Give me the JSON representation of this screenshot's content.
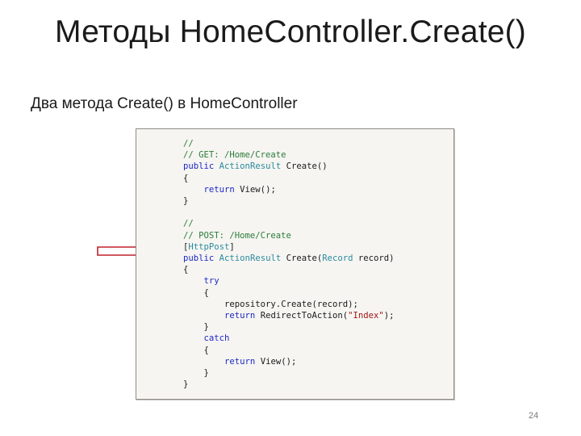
{
  "slide": {
    "title": "Методы HomeController.Create()",
    "subtitle": "Два метода Create() в HomeController",
    "page_number": "24"
  },
  "code": {
    "comment_get_1": "//",
    "comment_get_2": "// GET: /Home/Create",
    "kw_public_1": "public",
    "type_actionresult_1": "ActionResult",
    "create_sig_1": " Create()",
    "brace_open_1": "{",
    "kw_return_1": "return",
    "view_call_1": " View();",
    "brace_close_1": "}",
    "comment_post_1": "//",
    "comment_post_2": "// POST: /Home/Create",
    "attr_open": "[",
    "attr_httppost": "HttpPost",
    "attr_close": "]",
    "kw_public_2": "public",
    "type_actionresult_2": "ActionResult",
    "create_sig_2": " Create(",
    "type_record": "Record",
    "param_record": " record)",
    "brace_open_2": "{",
    "kw_try": "try",
    "brace_open_try": "{",
    "repo_call": "repository.Create(record);",
    "kw_return_2": "return",
    "redirect_call": " RedirectToAction(",
    "str_index": "\"Index\"",
    "redirect_end": ");",
    "brace_close_try": "}",
    "kw_catch": "catch",
    "brace_open_catch": "{",
    "kw_return_3": "return",
    "view_call_2": " View();",
    "brace_close_catch": "}",
    "brace_close_2": "}"
  },
  "colors": {
    "comment": "#2b7d3a",
    "keyword": "#1d28c8",
    "type": "#2b8aa0",
    "string": "#a31515",
    "arrow": "#c0202a"
  },
  "icons": {
    "arrow": "right-arrow-icon"
  }
}
